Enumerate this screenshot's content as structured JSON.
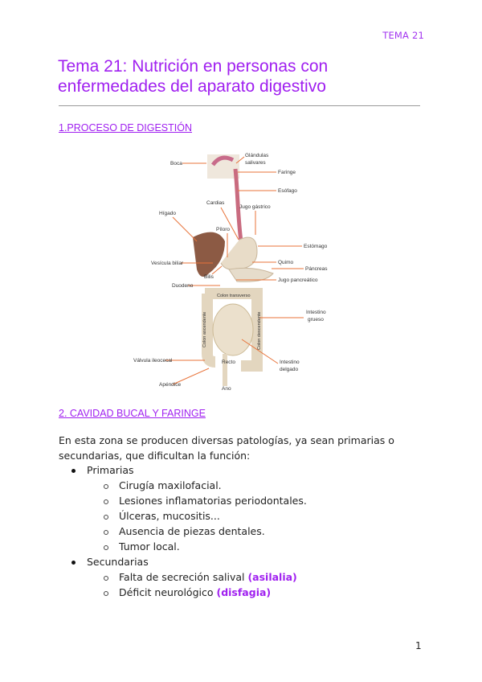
{
  "header": {
    "tag": "TEMA 21"
  },
  "title": {
    "line1": "Tema 21: Nutrición en personas con",
    "line2": "enfermedades del aparato digestivo"
  },
  "section1": {
    "heading": "1.PROCESO DE DIGESTIÓN",
    "diagram_labels": {
      "boca": "Boca",
      "glandulas1": "Glándulas",
      "glandulas2": "salivares",
      "faringe": "Faringe",
      "esofago": "Esófago",
      "cardias": "Cardias",
      "jugo_gastrico": "Jugo gástrico",
      "higado": "Hígado",
      "piloro": "Píloro",
      "estomago": "Estómago",
      "vesicula": "Vesícula biliar",
      "quimo": "Quimo",
      "pancreas": "Páncreas",
      "bilis": "Bilis",
      "jugo_pancreatico": "Jugo pancreático",
      "duodeno": "Duodeno",
      "colon_transverso": "Colon transverso",
      "intestino_grueso1": "Intestino",
      "intestino_grueso2": "grueso",
      "colon_ascendente": "Colon ascendente",
      "colon_descendente": "Colon descendente",
      "valvula": "Válvula ileocecal",
      "intestino_delgado1": "Intestino",
      "intestino_delgado2": "delgado",
      "recto": "Recto",
      "apendice": "Apéndice",
      "ano": "Ano"
    }
  },
  "section2": {
    "heading": "2. CAVIDAD BUCAL Y FARINGE",
    "intro": "En esta zona se producen diversas patologías, ya sean primarias o secundarias, que dificultan la función:",
    "primarias": {
      "label": "Primarias",
      "items": [
        "Cirugía maxilofacial.",
        "Lesiones inflamatorias periodontales.",
        "Úlceras, mucositis...",
        "Ausencia de piezas dentales.",
        "Tumor local."
      ]
    },
    "secundarias": {
      "label": "Secundarias",
      "items": [
        {
          "text": "Falta de secreción salival ",
          "highlight": "(asilalia)"
        },
        {
          "text": "Déficit neurológico ",
          "highlight": "(disfagia)"
        }
      ]
    }
  },
  "footer": {
    "page_number": "1"
  },
  "colors": {
    "accent": "#a020f0",
    "arrow": "#e8733a"
  }
}
